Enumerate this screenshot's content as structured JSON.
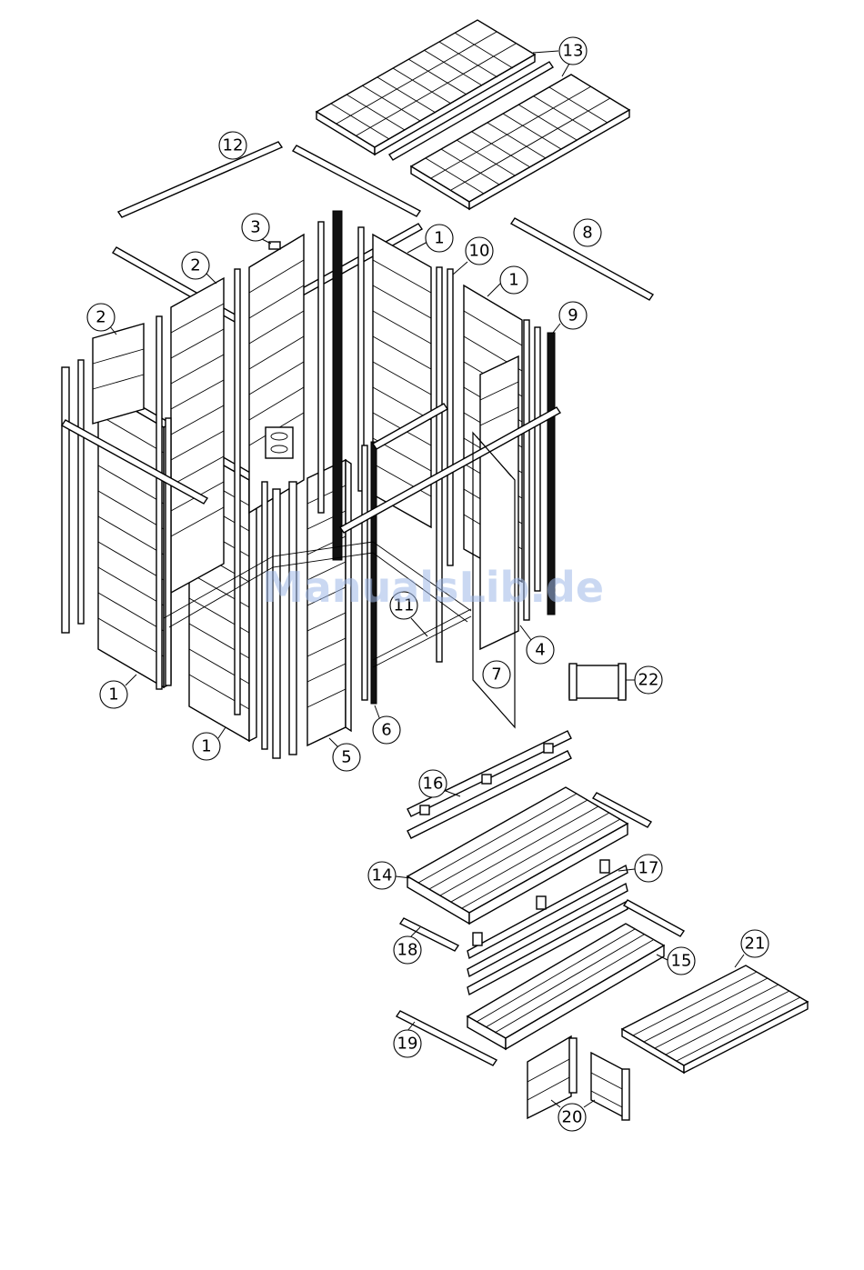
{
  "watermark": "ManualsLib.de",
  "callouts": [
    {
      "id": "c13",
      "label": "13"
    },
    {
      "id": "c12",
      "label": "12"
    },
    {
      "id": "c3",
      "label": "3"
    },
    {
      "id": "c1a",
      "label": "1"
    },
    {
      "id": "c10",
      "label": "10"
    },
    {
      "id": "c1b",
      "label": "1"
    },
    {
      "id": "c8",
      "label": "8"
    },
    {
      "id": "c2a",
      "label": "2"
    },
    {
      "id": "c2b",
      "label": "2"
    },
    {
      "id": "c9",
      "label": "9"
    },
    {
      "id": "c11",
      "label": "11"
    },
    {
      "id": "c4",
      "label": "4"
    },
    {
      "id": "c7",
      "label": "7"
    },
    {
      "id": "c22",
      "label": "22"
    },
    {
      "id": "c1c",
      "label": "1"
    },
    {
      "id": "c1d",
      "label": "1"
    },
    {
      "id": "c6",
      "label": "6"
    },
    {
      "id": "c5",
      "label": "5"
    },
    {
      "id": "c16",
      "label": "16"
    },
    {
      "id": "c14",
      "label": "14"
    },
    {
      "id": "c17",
      "label": "17"
    },
    {
      "id": "c18",
      "label": "18"
    },
    {
      "id": "c15",
      "label": "15"
    },
    {
      "id": "c21",
      "label": "21"
    },
    {
      "id": "c19",
      "label": "19"
    },
    {
      "id": "c20",
      "label": "20"
    }
  ],
  "colors": {
    "line": "#000000",
    "background": "#ffffff",
    "watermark": "#9fb8e8"
  }
}
